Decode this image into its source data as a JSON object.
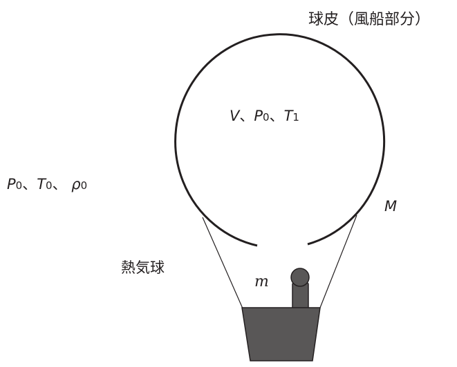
{
  "skin_label": "球皮（風船部分）",
  "inside": {
    "sep": "、",
    "v_symbol": "V",
    "p_symbol": "P",
    "p_sub": "0",
    "t_symbol": "T",
    "t_sub": "1"
  },
  "outside": {
    "sep": "、",
    "p_symbol": "P",
    "p_sub": "0",
    "t_symbol": "T",
    "t_sub": "0",
    "rho_symbol": "ρ",
    "rho_sub": "0"
  },
  "skin_mass": "M",
  "balloon_label": "熱気球",
  "payload_mass": "m",
  "colors": {
    "line": "#231f20",
    "basket": "#595757",
    "person": "#595757"
  }
}
